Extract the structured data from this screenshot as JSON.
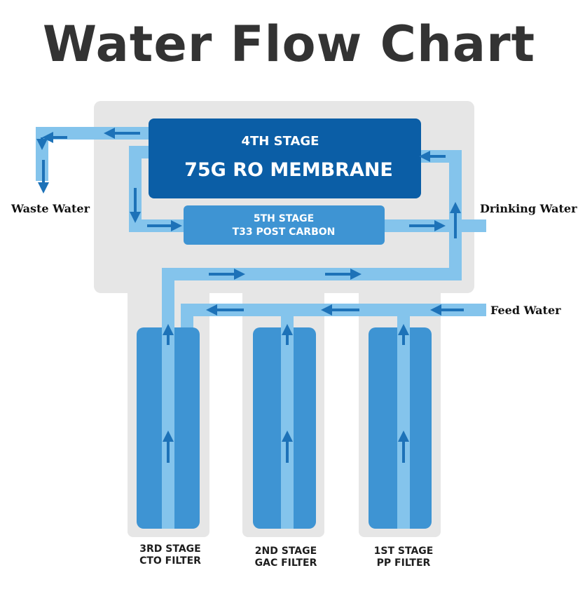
{
  "title": "Water Flow Chart",
  "labels": {
    "waste_water": "Waste Water",
    "drinking_water": "Drinking Water",
    "feed_water": "Feed Water"
  },
  "stages": {
    "membrane": {
      "stage": "4TH STAGE",
      "name": "75G RO MEMBRANE"
    },
    "post_carbon": {
      "stage": "5TH STAGE",
      "name": "T33  POST CARBON"
    },
    "cto": {
      "stage": "3RD STAGE",
      "name": "CTO FILTER"
    },
    "gac": {
      "stage": "2ND STAGE",
      "name": "GAC FILTER"
    },
    "pp": {
      "stage": "1ST STAGE",
      "name": "PP FILTER"
    }
  },
  "colors": {
    "background_panel": "#e6e6e6",
    "pipe": "#84c4ec",
    "arrow": "#1d72b8",
    "membrane": "#0b5ea6",
    "post_carbon": "#3e94d3",
    "filter": "#3e94d3",
    "title": "#333333"
  }
}
